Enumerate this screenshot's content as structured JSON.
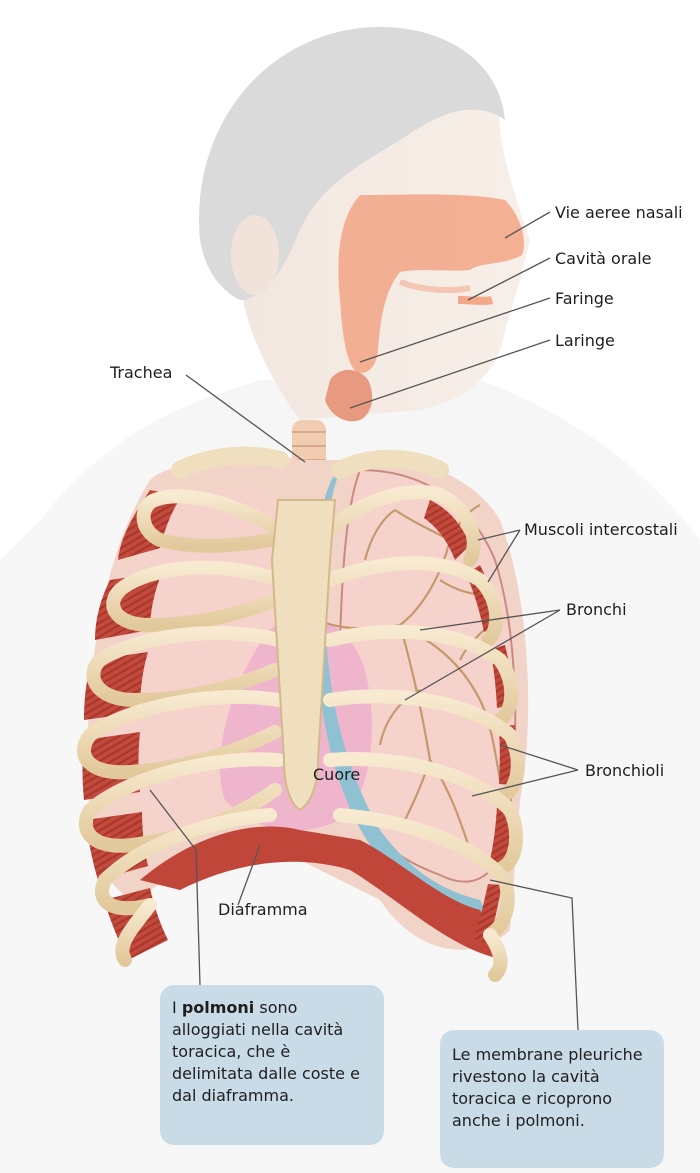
{
  "labels": {
    "vie_aeree_nasali": "Vie aeree nasali",
    "cavita_orale": "Cavità orale",
    "faringe": "Faringe",
    "laringe": "Laringe",
    "trachea": "Trachea",
    "muscoli_intercostali": "Muscoli intercostali",
    "bronchi": "Bronchi",
    "bronchioli": "Bronchioli",
    "cuore": "Cuore",
    "diaframma": "Diaframma"
  },
  "callouts": {
    "polmoni": {
      "pre": "I ",
      "bold": "polmoni",
      "post": " sono alloggiati nella cavità toracica, che è delimitata dalle coste e dal diaframma."
    },
    "membrane": {
      "text": "Le membrane pleuriche rivestono la cavità toracica e ricoprono anche i polmoni."
    }
  },
  "colors": {
    "airway": "#f3a88a",
    "lung": "#f6d2cc",
    "heart": "#efb5cd",
    "bone": "#f0dfbe",
    "muscle": "#c0463a",
    "pleura": "#8fc1d3",
    "callout_bg": "#c9dbe7"
  }
}
